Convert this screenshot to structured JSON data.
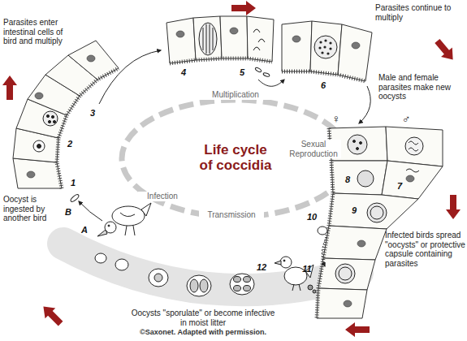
{
  "diagram": {
    "title": "Life cycle of coccidia",
    "labels": [
      "Parasites enter intestinal cells of bird and multiply",
      "Parasites continue to multiply",
      "Male and female parasites make new oocysts",
      "Infected birds spread \"oocysts\" or protective capsule containing parasites",
      "Oocysts \"sporulate\" or become infective in moist litter",
      "Oocyst is ingested by another bird",
      "Multiplication",
      "Infection",
      "Sexual Reproduction",
      "Transmission",
      "1",
      "2",
      "3",
      "4",
      "5",
      "6",
      "7",
      "8",
      "9",
      "10",
      "11",
      "12",
      "A",
      "B",
      "♀",
      "♂",
      "©Saxonet. Adapted with permission."
    ]
  }
}
